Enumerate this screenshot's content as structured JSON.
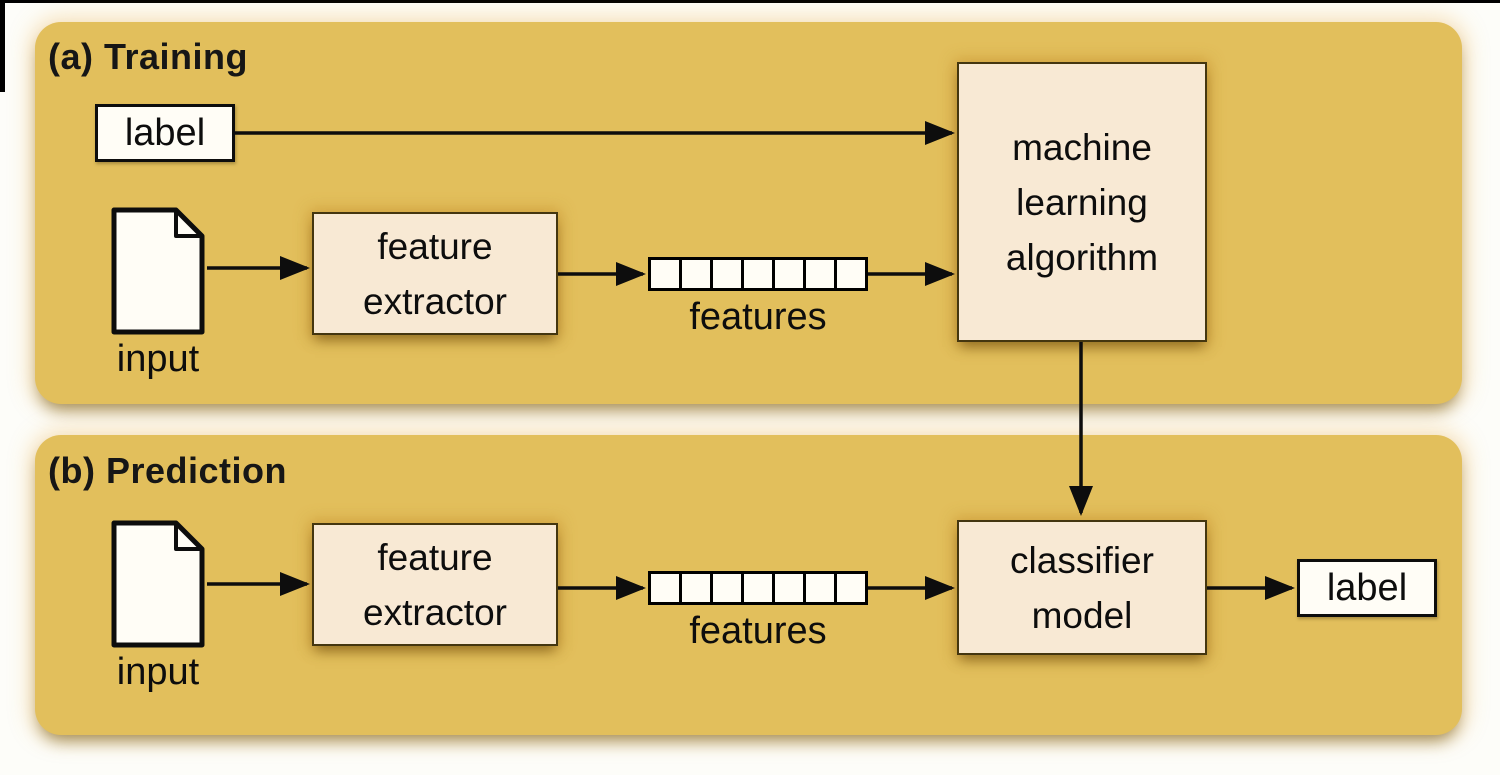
{
  "training": {
    "title": "(a) Training",
    "label_box": "label",
    "input_caption": "input",
    "feature_extractor_lines": [
      "feature",
      "extractor"
    ],
    "features_caption": "features",
    "feature_vector_cells": 7,
    "algorithm_lines": [
      "machine",
      "learning",
      "algorithm"
    ]
  },
  "prediction": {
    "title": "(b) Prediction",
    "input_caption": "input",
    "feature_extractor_lines": [
      "feature",
      "extractor"
    ],
    "features_caption": "features",
    "feature_vector_cells": 7,
    "classifier_lines": [
      "classifier",
      "model"
    ],
    "label_box": "label"
  },
  "colors": {
    "panel_gold": "#e2bf5c",
    "box_cream": "#f8e9d4",
    "box_white": "#fffdf6",
    "ink": "#0d0d0d"
  }
}
